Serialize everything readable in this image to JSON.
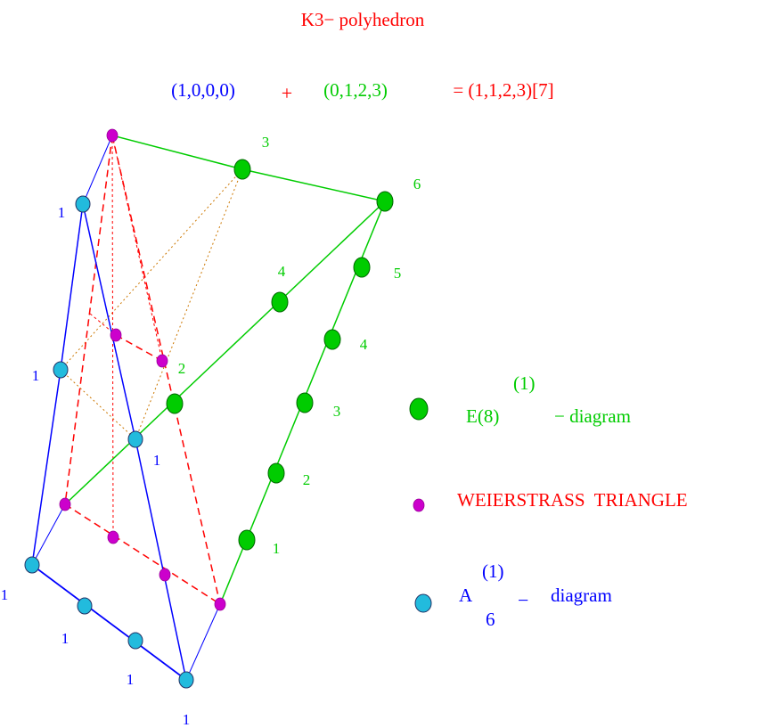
{
  "title": "K3− polyhedron",
  "equation": {
    "term1": "(1,0,0,0)",
    "plus": "+",
    "term2": "(0,1,2,3)",
    "result": "= (1,1,2,3)[7]"
  },
  "colors": {
    "red": "#ff0000",
    "blue": "#0000ff",
    "green": "#00cc00",
    "magenta": "#cc00cc",
    "cyan": "#22bbdd",
    "brown": "#cc7700",
    "node_stroke_dark": "#223366"
  },
  "legend": {
    "e8_name": "E(8)",
    "e8_superscript": "(1)",
    "e8_suffix": "− diagram",
    "weierstrass": "WEIERSTRASS  TRIANGLE",
    "a6_letter": "A",
    "a6_superscript": "(1)",
    "a6_subscript": "6",
    "a6_dash": "−",
    "a6_suffix": "diagram"
  },
  "green_labels": [
    "3",
    "6",
    "4",
    "5",
    "4",
    "2",
    "3",
    "2",
    "1"
  ],
  "blue_labels": [
    "1",
    "1",
    "1",
    "1",
    "1",
    "1",
    "1"
  ]
}
